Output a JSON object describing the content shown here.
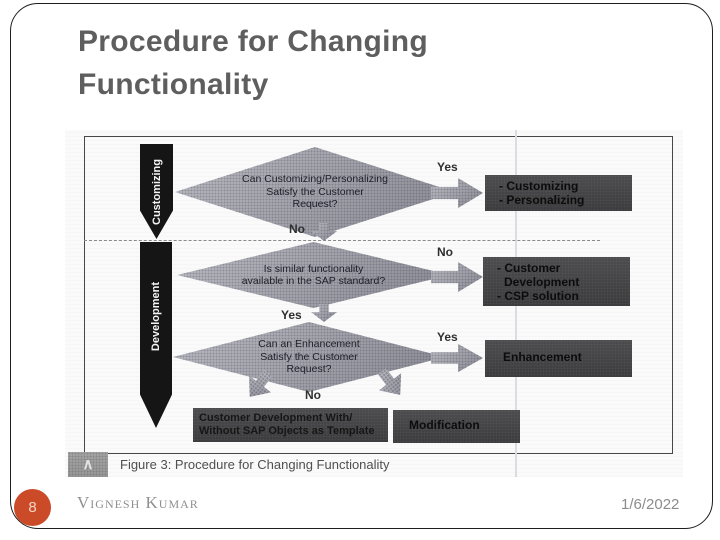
{
  "slide": {
    "title": "Procedure for Changing Functionality",
    "page_number": "8",
    "author": "Vignesh Kumar",
    "date": "1/6/2022"
  },
  "colors": {
    "page_badge": "#cb4b28",
    "title_text": "#5e5e5e",
    "result_box_fill": "#424244",
    "lane_ribbon_fill": "#151515",
    "diamond_fill": "#a5a5ae"
  },
  "figure": {
    "caption": "Figure 3: Procedure for Changing Functionality",
    "collapse_icon": "∧",
    "lane_customizing": "Customizing",
    "lane_development": "Development",
    "d1_line1": "Can Customizing/Personalizing",
    "d1_line2": "Satisfy the Customer",
    "d1_line3": "Request?",
    "yes1": "Yes",
    "no1": "No",
    "result1_line1": "- Customizing",
    "result1_line2": "- Personalizing",
    "d2_line1": "Is similar functionality",
    "d2_line2": "available in the SAP standard?",
    "no2": "No",
    "yes2": "Yes",
    "result2_line1": "- Customer",
    "result2_line2": "Development",
    "result2_line3": "- CSP solution",
    "d3_line1": "Can an Enhancement",
    "d3_line2": "Satisfy the Customer",
    "d3_line3": "Request?",
    "yes3": "Yes",
    "no3": "No",
    "result3": "Enhancement",
    "result4_line1": "Customer Development With/",
    "result4_line2": "Without SAP Objects as Template",
    "result5": "Modification"
  }
}
